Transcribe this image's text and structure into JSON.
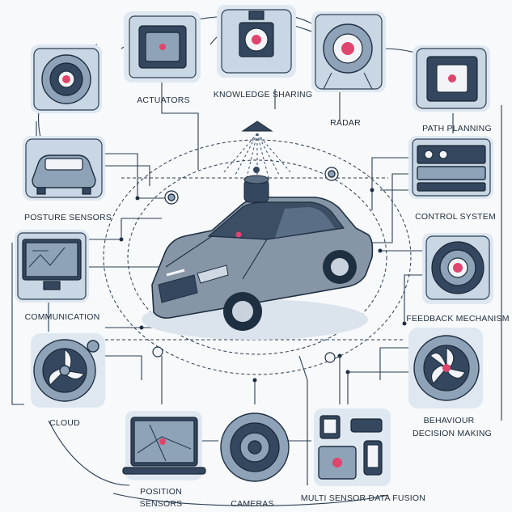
{
  "labels": {
    "actuators": "ACTUATORS",
    "knowledge_sharing": "KNOWLEDGE SHARING",
    "radar": "RADAR",
    "path_planning": "PATH PLANNING",
    "control_system": "CONTROL SYSTEM",
    "feedback_mechanism": "FEEDBACK MECHANISM",
    "behaviour_line1": "BEHAVIOUR",
    "behaviour_line2": "DECISION MAKING",
    "multi_sensor": "MULTI SENSOR DATA FUSION",
    "cameras": "CAMERAS",
    "position_line1": "POSITION",
    "position_line2": "SENSORS",
    "cloud": "CLOUD",
    "communication": "COMMUNICATION",
    "posture_sensors": "POSTURE SENSORS"
  },
  "colors": {
    "accent": "#e0456d",
    "panel": "#c9d6e3",
    "line": "#2a3d52",
    "car_body": "#8796a6"
  },
  "icons": {
    "top_left": "engine-module-icon",
    "actuators": "actuator-module-icon",
    "knowledge_sharing": "chip-network-icon",
    "radar": "radar-dish-icon",
    "path_planning": "path-planning-chip-icon",
    "control_system": "control-rack-icon",
    "feedback_mechanism": "feedback-gear-icon",
    "behaviour": "fan-turbine-icon",
    "multi_sensor": "sensor-devices-icon",
    "cameras": "camera-lens-icon",
    "position_sensors": "laptop-map-icon",
    "cloud": "fan-wheel-icon",
    "communication": "monitor-chart-icon",
    "posture_sensors": "car-front-icon",
    "center": "autonomous-car-icon"
  }
}
